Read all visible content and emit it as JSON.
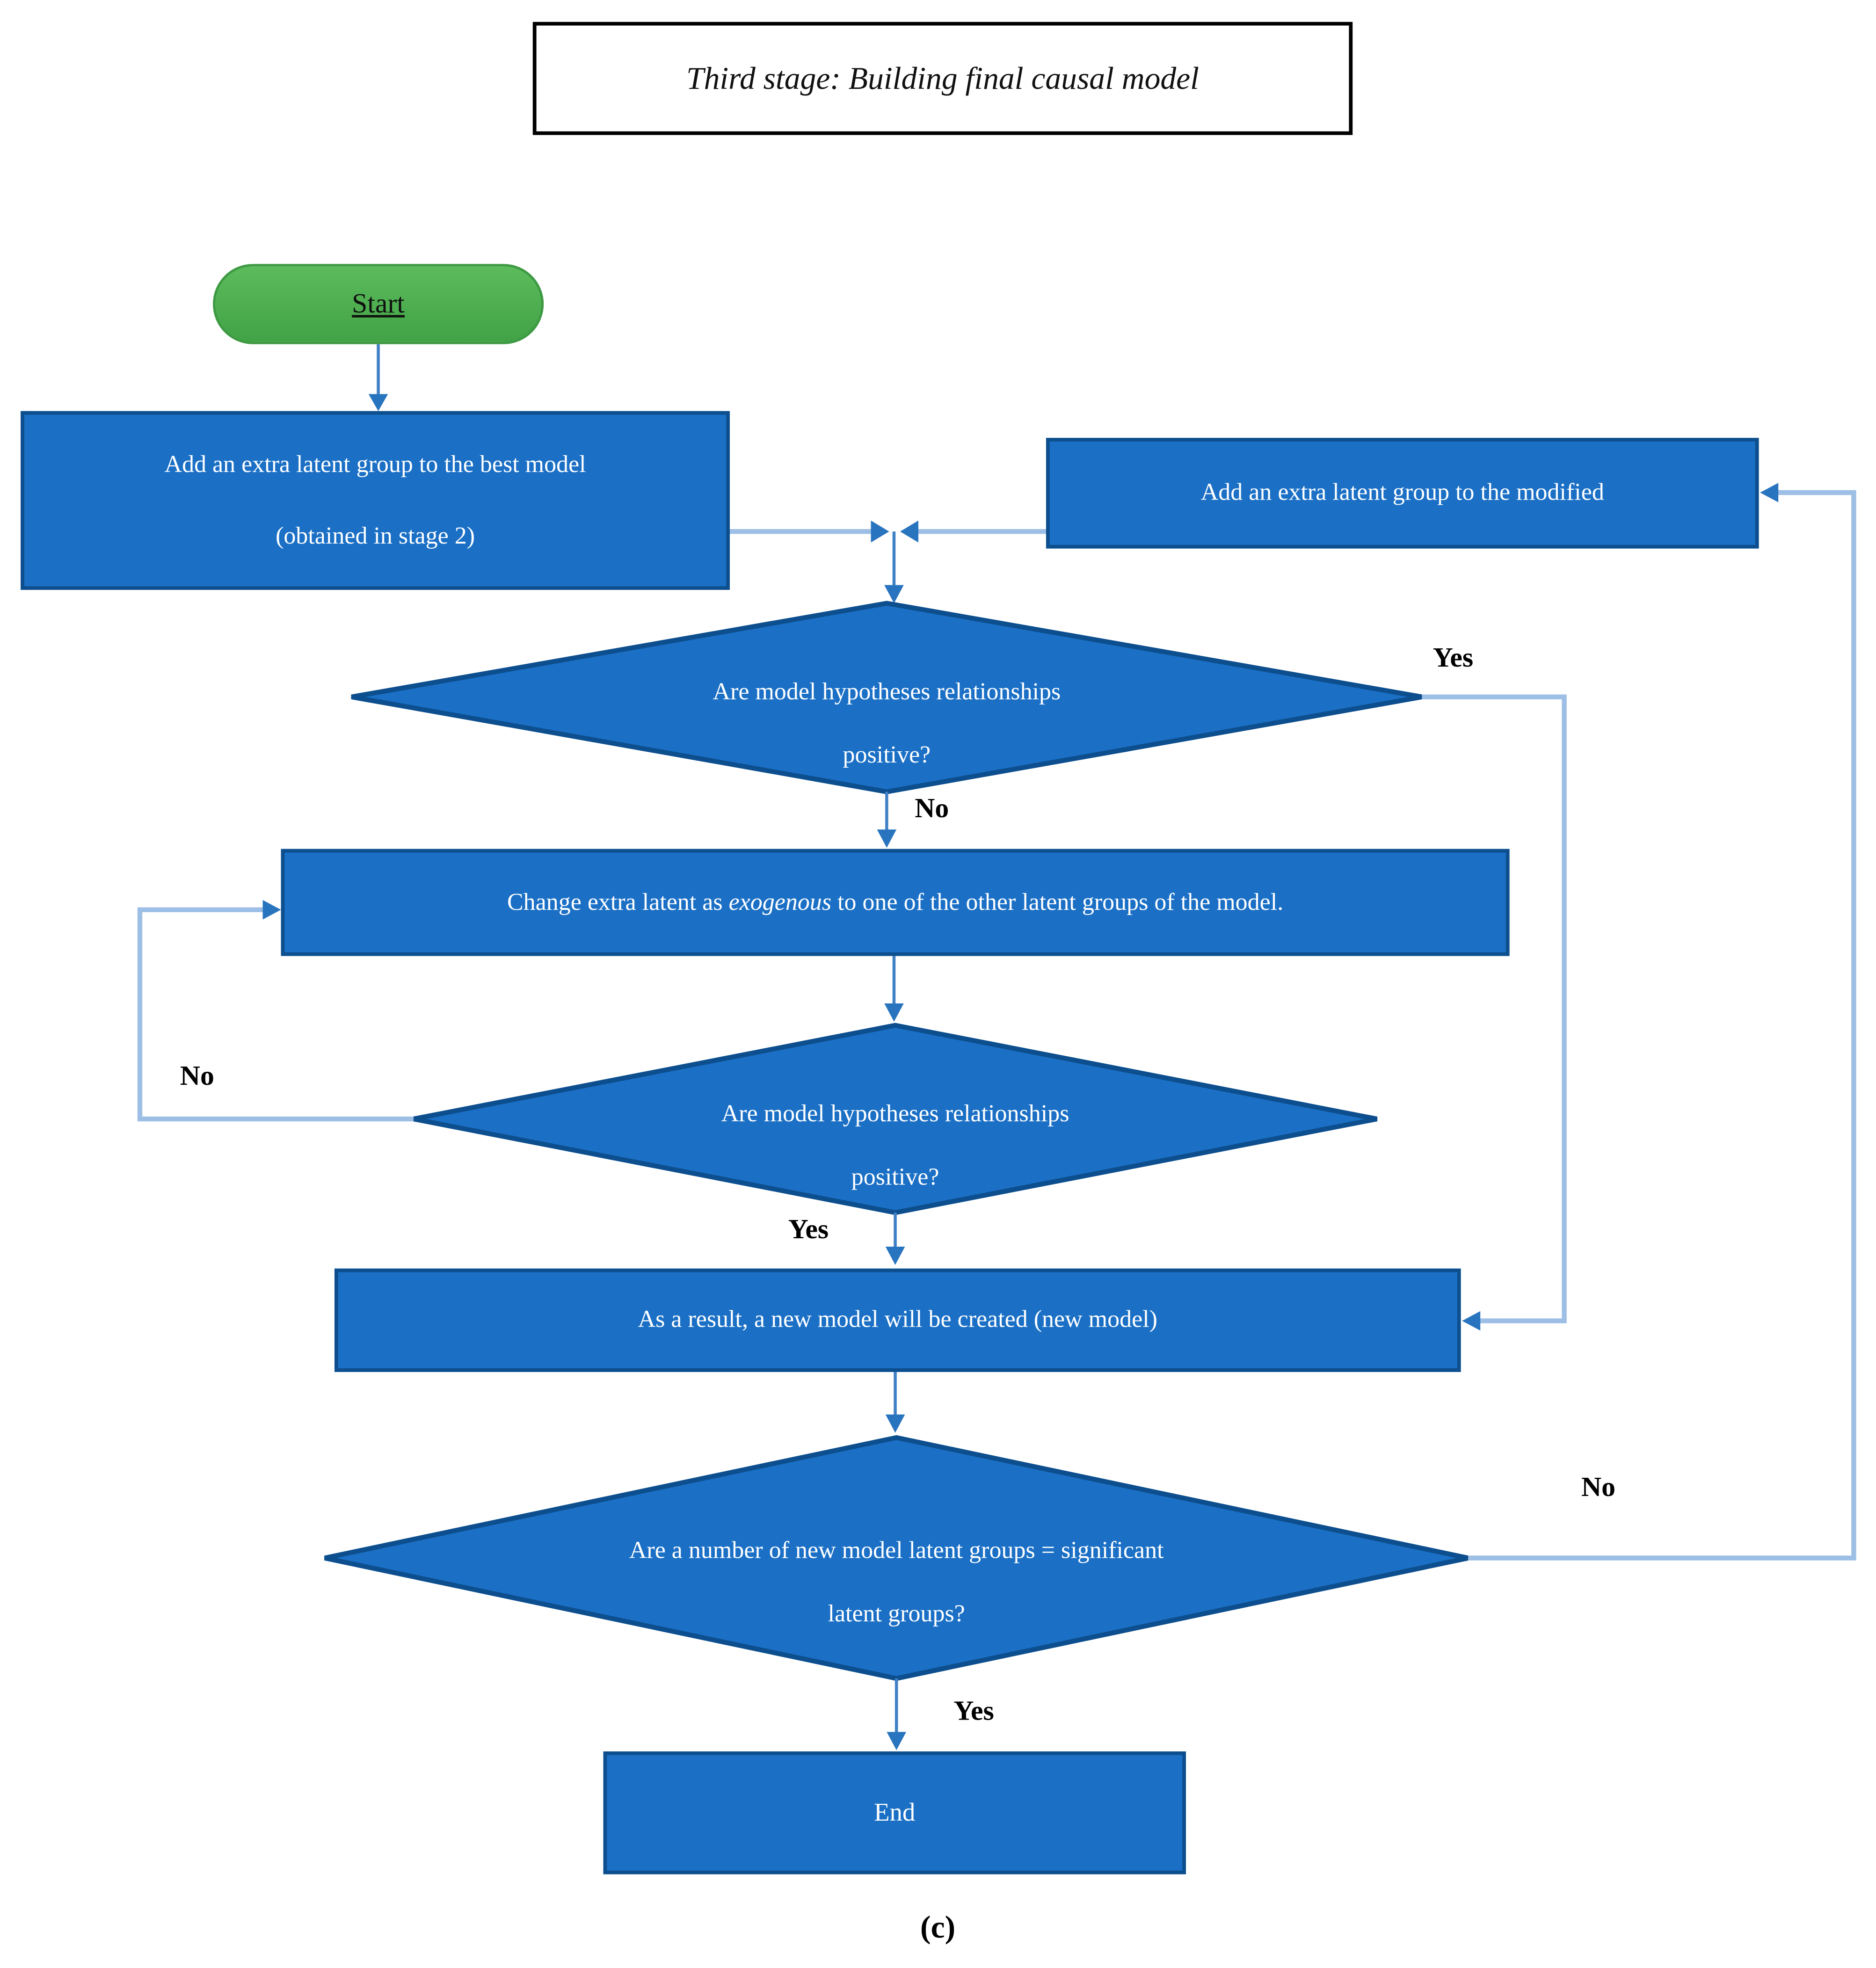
{
  "page": {
    "caption": "(c)",
    "background": "#ffffff"
  },
  "title_banner": {
    "text": "Third stage: Building final causal model"
  },
  "colors": {
    "page-bg": "#ffffff",
    "node-fill": "#1b70c6",
    "node-border": "#0d4f8e",
    "node-text": "#ffffff",
    "start-fill-top": "#5cbc5c",
    "start-fill-bottom": "#41a246",
    "start-border": "#3f9a44",
    "line-light": "#9dbfe5",
    "line-medium": "#4080c4",
    "arrow-fill": "#2974be",
    "label-text": "#000000",
    "title-border": "#000000"
  },
  "nodes": {
    "start": {
      "label": "Start"
    },
    "add_best": {
      "line1": "Add an extra latent group to the best model",
      "line2": "(obtained in stage 2)"
    },
    "add_modified": {
      "label": "Add an extra latent group to the modified"
    },
    "decision1": {
      "line1": "Are model hypotheses relationships",
      "line2": "positive?"
    },
    "change_latent": {
      "pre": "Change extra latent as ",
      "emphasis": "exogenous",
      "post": " to one of the other latent groups of the model."
    },
    "decision2": {
      "line1": "Are model hypotheses relationships",
      "line2": "positive?"
    },
    "new_model": {
      "label": "As a result, a new model will be created (new model)"
    },
    "decision3": {
      "line1": "Are a number of new model latent groups = significant",
      "line2": "latent groups?"
    },
    "end": {
      "label": "End"
    }
  },
  "edge_labels": {
    "d1_yes": "Yes",
    "d1_no": "No",
    "d2_no": "No",
    "d2_yes": "Yes",
    "d3_no": "No",
    "d3_yes": "Yes"
  }
}
